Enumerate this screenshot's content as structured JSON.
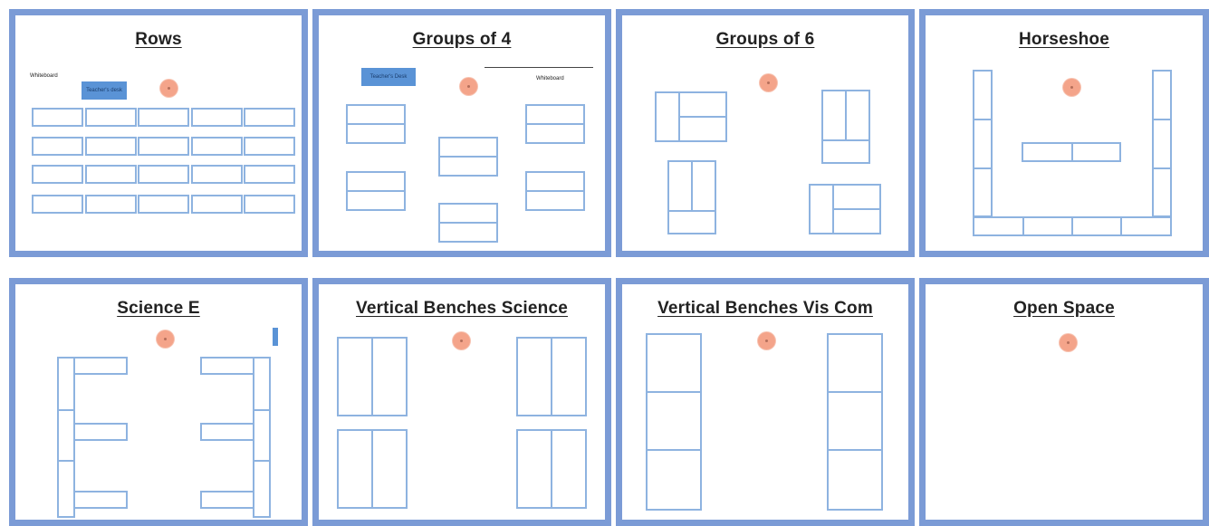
{
  "layouts": [
    {
      "title": "Rows",
      "whiteboard_label": "Whiteboard",
      "teacher_desk_label": "Teacher's desk"
    },
    {
      "title": "Groups of 4",
      "whiteboard_label": "Whiteboard",
      "teacher_desk_label": "Teacher's Desk"
    },
    {
      "title": "Groups of 6"
    },
    {
      "title": "Horseshoe"
    },
    {
      "title": "Science E"
    },
    {
      "title": "Vertical Benches Science"
    },
    {
      "title": "Vertical Benches Vis Com"
    },
    {
      "title": "Open Space"
    }
  ],
  "colors": {
    "frame": "#7b9bd6",
    "desk_outline": "#8eb3e0",
    "teacher_marker": "#f4a48a",
    "teacher_desk": "#5a93d6"
  }
}
